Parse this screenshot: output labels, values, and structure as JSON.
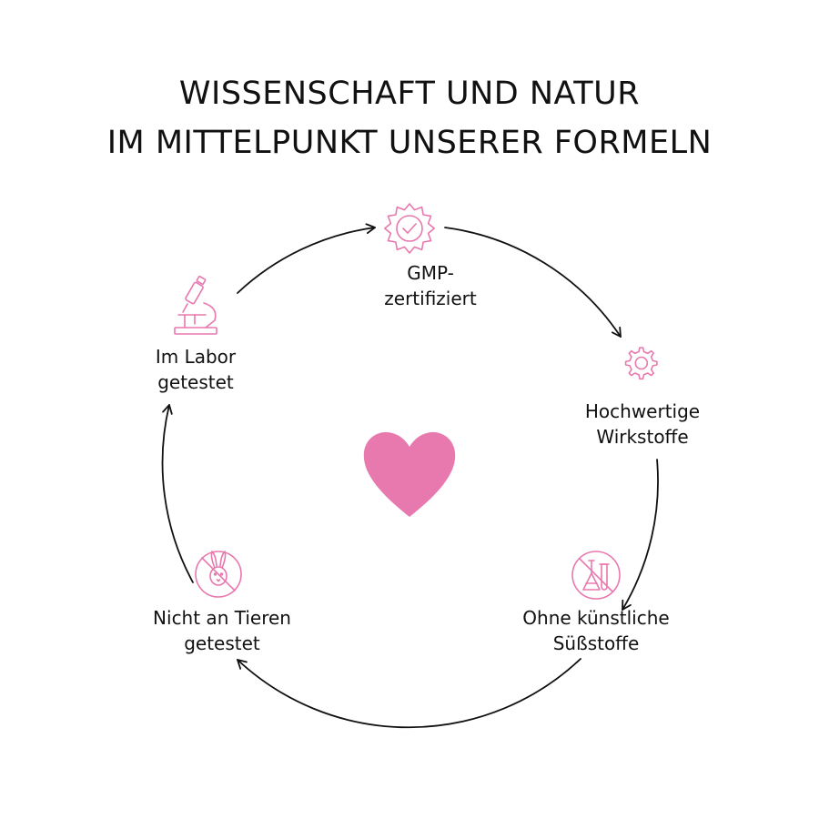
{
  "title": {
    "line1": "WISSENSCHAFT UND NATUR",
    "line2": "IM MITTELPUNKT UNSERER FORMELN"
  },
  "colors": {
    "accent": "#e879ae",
    "text": "#111111",
    "arrow": "#111111"
  },
  "nodes": [
    {
      "icon": "gear-check-icon",
      "line1": "GMP-",
      "line2": "zertifiziert"
    },
    {
      "icon": "gear-icon",
      "line1": "Hochwertige",
      "line2": "Wirkstoffe"
    },
    {
      "icon": "no-artificial-sweetener-icon",
      "line1": "Ohne künstliche",
      "line2": "Süßstoffe"
    },
    {
      "icon": "no-animal-testing-icon",
      "line1": "Nicht an Tieren",
      "line2": "getestet"
    },
    {
      "icon": "microscope-icon",
      "line1": "Im Labor",
      "line2": "getestet"
    }
  ],
  "center": {
    "icon": "heart-icon"
  }
}
